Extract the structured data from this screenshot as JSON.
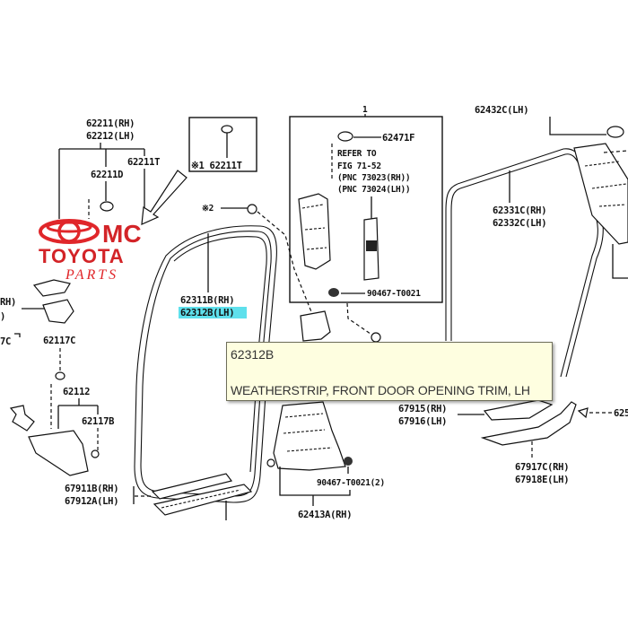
{
  "logo": {
    "line1": "MC",
    "line2": "TOYOTA",
    "line3": "PARTS",
    "color": "#e0262a"
  },
  "tooltip": {
    "part_number": "62312B",
    "description": "WEATHERSTRIP, FRONT DOOR OPENING TRIM, LH",
    "background": "#fefee0"
  },
  "highlight_color": "#5ee0ec",
  "callouts": {
    "c62211": "62211(RH)",
    "c62212": "62212(LH)",
    "c62211D": "62211D",
    "c62211T": "62211T",
    "inset_note": "※1 62211T",
    "note2": "※2",
    "box_num": "1",
    "c62471F": "62471F",
    "refer1": "REFER TO",
    "refer2": "FIG 71-52",
    "refer3": "(PNC 73023(RH))",
    "refer4": "(PNC 73024(LH))",
    "c90467_top": "90467-T0021",
    "c62432C": "62432C(LH)",
    "c62331C": "62331C(RH)",
    "c62332C": "62332C(LH)",
    "c62311B": "62311B(RH)",
    "c62312B": "62312B(LH)",
    "left_rh": "RH)",
    "left_paren": ")",
    "left_7c": "7C",
    "c62117C": "62117C",
    "c62112": "62112",
    "c62117B": "62117B",
    "c67911B": "67911B(RH)",
    "c67912A": "67912A(LH)",
    "c67915": "67915(RH)",
    "c67916": "67916(LH)",
    "c625": "625",
    "c90467_bottom": "90467-T0021(2)",
    "c62413A": "62413A(RH)",
    "c67917C": "67917C(RH)",
    "c67918E": "67918E(LH)"
  }
}
